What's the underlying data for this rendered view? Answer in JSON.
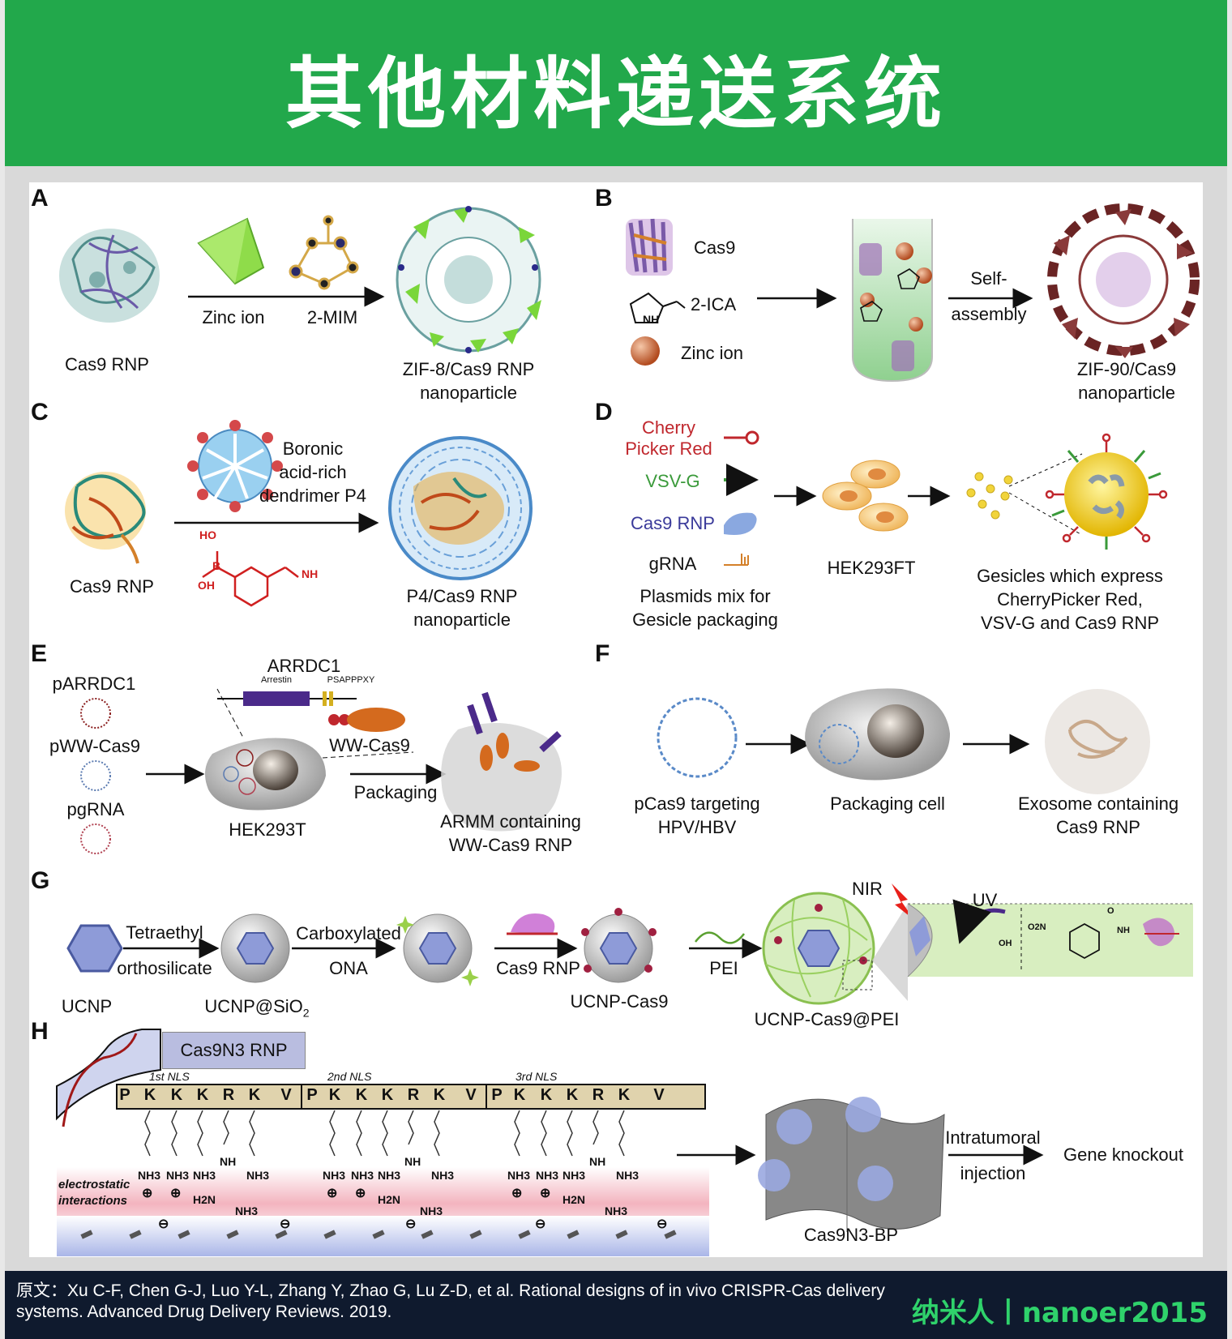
{
  "header": {
    "title": "其他材料递送系统"
  },
  "panels": {
    "A": {
      "letter": "A",
      "cas9": "Cas9 RNP",
      "zinc": "Zinc ion",
      "mim": "2-MIM",
      "product_line1": "ZIF-8/Cas9 RNP",
      "product_line2": "nanoparticle"
    },
    "B": {
      "letter": "B",
      "cas9": "Cas9",
      "ica": "2-ICA",
      "zinc": "Zinc ion",
      "self1": "Self-",
      "self2": "assembly",
      "product_line1": "ZIF-90/Cas9",
      "product_line2": "nanoparticle",
      "nh": "NH"
    },
    "C": {
      "letter": "C",
      "cas9": "Cas9 RNP",
      "reagent_line1": "Boronic",
      "reagent_line2": "acid-rich",
      "reagent_line3": "dendrimer P4",
      "product_line1": "P4/Cas9 RNP",
      "product_line2": "nanoparticle",
      "ho": "HO",
      "oh": "OH",
      "b": "B",
      "nh": "NH"
    },
    "D": {
      "letter": "D",
      "cherry1": "Cherry",
      "cherry2": "Picker Red",
      "vsvg": "VSV-G",
      "cas9": "Cas9 RNP",
      "grna": "gRNA",
      "mix1": "Plasmids mix for",
      "mix2": "Gesicle packaging",
      "cell": "HEK293FT",
      "out1": "Gesicles which express",
      "out2": "CherryPicker Red,",
      "out3": "VSV-G and Cas9 RNP"
    },
    "E": {
      "letter": "E",
      "p1": "pARRDC1",
      "p2": "pWW-Cas9",
      "p3": "pgRNA",
      "arrdc": "ARRDC1",
      "arrestin": "Arrestin",
      "psap": "PSAPPPXY",
      "ww": "WW-Cas9",
      "cell": "HEK293T",
      "packaging": "Packaging",
      "out1": "ARMM containing",
      "out2": "WW-Cas9 RNP"
    },
    "F": {
      "letter": "F",
      "in1": "pCas9 targeting",
      "in2": "HPV/HBV",
      "cell": "Packaging cell",
      "out1": "Exosome containing",
      "out2": "Cas9 RNP"
    },
    "G": {
      "letter": "G",
      "ucnp": "UCNP",
      "teos1": "Tetraethyl",
      "teos2": "orthosilicate",
      "sio2": "UCNP@SiO",
      "sub2": "2",
      "carb": "Carboxylated",
      "ona": "ONA",
      "cas9rnp": "Cas9 RNP",
      "ucnp_cas9": "UCNP-Cas9",
      "pei": "PEI",
      "final": "UCNP-Cas9@PEI",
      "nir": "NIR",
      "uv": "UV",
      "no2": "O2N",
      "oh": "OH",
      "o": "O",
      "nh": "NH"
    },
    "H": {
      "letter": "H",
      "box": "Cas9N3 RNP",
      "nls1": "1st NLS",
      "nls2": "2nd NLS",
      "nls3": "3rd NLS",
      "sequence": [
        "P",
        "K",
        "K",
        "K",
        "R",
        "K",
        "V"
      ],
      "electro1": "electrostatic",
      "electro2": "interactions",
      "nh3": "NH3",
      "nh": "NH",
      "h2n": "H2N",
      "plus": "⊕",
      "minus": "⊖",
      "bp": "Cas9N3-BP",
      "inj1": "Intratumoral",
      "inj2": "injection",
      "ko": "Gene knockout"
    }
  },
  "footer": {
    "citation": "原文：Xu C-F, Chen G-J, Luo Y-L, Zhang Y, Zhao G, Lu Z-D, et al. Rational designs of in vivo CRISPR-Cas delivery systems. Advanced Drug Delivery Reviews. 2019.",
    "brand": "纳米人丨nanoer2015"
  },
  "colors": {
    "banner": "#22a84b",
    "footer_bg": "#0f1a2e",
    "brand": "#2fd26b",
    "cherry": "#c0272d",
    "vsvg": "#3a9a3a",
    "cas9": "#3a3a9a",
    "hexagon": "#8e9bd8"
  }
}
